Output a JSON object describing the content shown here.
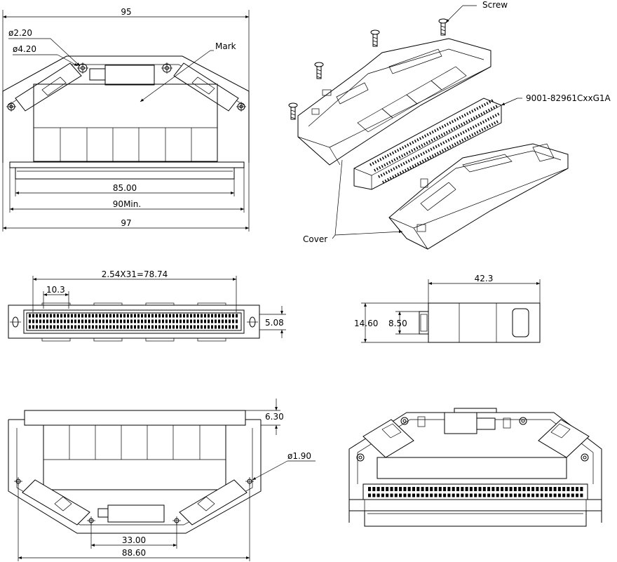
{
  "labels": {
    "screw": "Screw",
    "mark": "Mark",
    "part_number": "9001-82961CxxG1A",
    "cover": "Cover"
  },
  "dimensions": {
    "top_width": "95",
    "hole_small": "ø2.20",
    "hole_large": "ø4.20",
    "inner_85": "85.00",
    "min_90": "90Min.",
    "outer_97": "97",
    "pitch": "2.54X31=78.74",
    "offset_10_3": "10.3",
    "row_5_08": "5.08",
    "depth_42_3": "42.3",
    "height_14_60": "14.60",
    "height_8_50": "8.50",
    "flange_6_30": "6.30",
    "hole_1_90": "ø1.90",
    "span_33": "33.00",
    "span_88_60": "88.60"
  }
}
